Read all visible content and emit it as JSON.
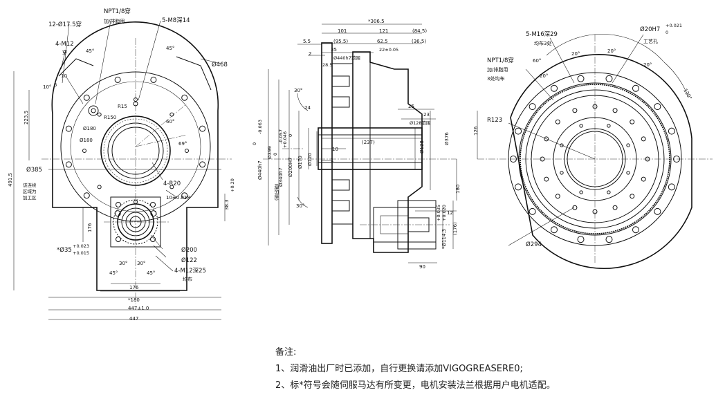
{
  "left_view": {
    "labels": {
      "npt_hole": "NPT1/8穿",
      "npt_use": "加/排脂用",
      "m8": "5-M8深14",
      "holes_12": "12-Ø17.5穿",
      "m12_through": "4-M12",
      "m12_through_sub": "穿",
      "angle_45a": "45°",
      "angle_45b": "45°",
      "angle_10": "10°",
      "dim_5": "5",
      "dim_10": "10",
      "r15": "R15",
      "r150": "R150",
      "d180a": "Ø180",
      "d180b": "Ø180",
      "angle_60": "60°",
      "angle_69": "69°",
      "d468": "Ø468",
      "d385": "Ø385",
      "h2235": "223.5",
      "h4915": "491.5",
      "zone1": "该连续",
      "zone2": "区域为",
      "zone3": "加工区",
      "r20": "4-R20",
      "tol10": "10±0.018",
      "h383": "38.3",
      "h383_tol": "+0.20",
      "v176": "176",
      "d35": "*Ø35",
      "d35_tol1": "+0.023",
      "d35_tol2": "+0.015",
      "d200": "Ø200",
      "d122": "Ø122",
      "m12_depth": "4-M12深25",
      "m12_even": "均布",
      "a30a": "30°",
      "a30b": "30°",
      "a45c": "45°",
      "a45d": "45°",
      "w176": "176",
      "w180": "*180",
      "w4471": "447±1.0",
      "w447": "447"
    }
  },
  "mid_view": {
    "labels": {
      "w3065": "*306.5",
      "w101": "101",
      "w121": "121",
      "w845": "(84.5)",
      "w955": "(95.5)",
      "w625": "62.5",
      "w365": "(36.5)",
      "w55": "5.5",
      "w35": "35",
      "w2": "2",
      "w285": "28.5",
      "d440_range": "Ø440h7范围",
      "w22": "22±0.05",
      "a30": "30°",
      "w24": "24",
      "w25": "25",
      "w23": "23",
      "d128_range": "Ø128范围",
      "w237": "(237)",
      "d376": "Ø376",
      "w10": "10",
      "w1": "1",
      "d128": "Ø128",
      "d440": "Ø440h7",
      "d440_tol1": "0",
      "d440_tol2": "-0.063",
      "d399": "Ø399",
      "out_shaft": "(输出轴)",
      "d340": "Ø340h7",
      "d340_tol1": "0",
      "d340_tol2": "-0.057",
      "d200": "Ø200H7",
      "d200_tol1": "+0.046",
      "d200_tol2": "0",
      "d170": "Ø170",
      "d120": "Ø120",
      "a30b": "30°",
      "h180": "180",
      "w12": "12",
      "d1143": "*Ø114.3",
      "d1143_tol1": "+0.035",
      "d1143_tol2": "+0.020",
      "h176": "(176)",
      "w90": "90"
    }
  },
  "right_view": {
    "labels": {
      "m16": "5-M16深29",
      "m16_sub": "均布3处",
      "d20": "Ø20H7",
      "d20_tol1": "+0.021",
      "d20_tol2": "0",
      "craft_hole": "工艺孔",
      "npt": "NPT1/8穿",
      "npt_use": "加/排脂用",
      "npt_even": "3处均布",
      "a60": "60°",
      "a20a": "20°",
      "a20b": "20°",
      "a20c": "20°",
      "a20d": "20°",
      "a120": "120°",
      "r123": "R123",
      "h126": "126",
      "d294": "Ø294"
    }
  },
  "notes": {
    "title": "备注:",
    "line1": "1、润滑油出厂时已添加，自行更换请添加VIGOGREASERE0;",
    "line2": "2、标*符号会随伺服马达有所变更，电机安装法兰根据用户电机适配。"
  }
}
